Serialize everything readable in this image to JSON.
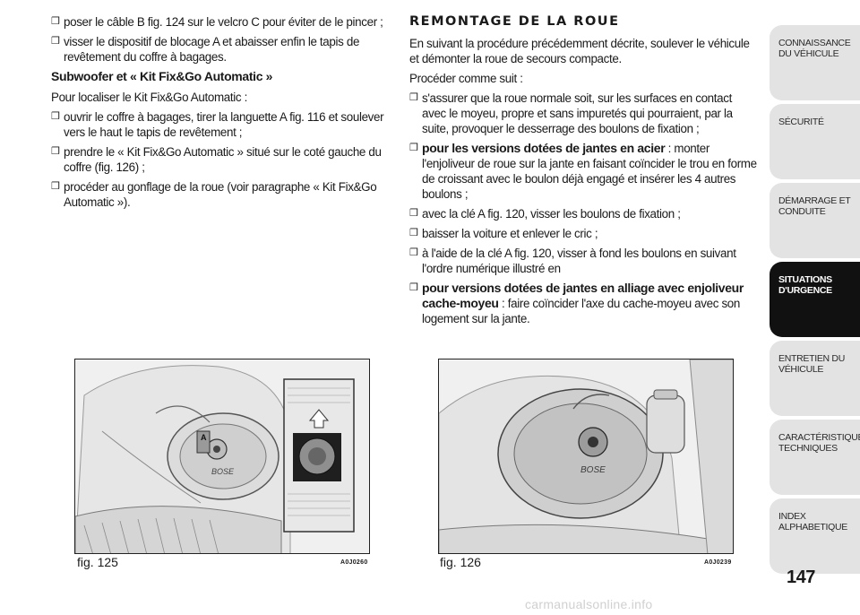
{
  "left_column": {
    "bullets_top": [
      "poser le câble B fig. 124 sur le velcro C pour éviter de le pincer ;",
      "visser le dispositif de blocage A et abaisser enfin le tapis de revêtement du coffre à bagages."
    ],
    "subheading": "Subwoofer et « Kit Fix&Go Automatic »",
    "intro": "Pour localiser le Kit Fix&Go Automatic :",
    "bullets_bottom": [
      "ouvrir le coffre à bagages, tirer la languette A fig. 116 et soulever vers le haut le tapis de revêtement ;",
      "prendre le « Kit Fix&Go Automatic » situé sur le coté gauche du coffre (fig. 126) ;",
      "procéder au gonflage de la roue (voir paragraphe « Kit Fix&Go Automatic »)."
    ]
  },
  "right_column": {
    "title": "REMONTAGE DE LA ROUE",
    "para1": "En suivant la procédure précédemment décrite, soulever le véhicule et démonter la roue de secours compacte.",
    "para2": "Procéder comme suit :",
    "b1": "s'assurer que la roue normale soit, sur les surfaces en contact avec le moyeu, propre et sans impuretés qui pourraient, par la suite, provoquer le desserrage des boulons de fixation ;",
    "b2_bold": "pour les versions dotées de jantes en acier",
    "b2_rest": " : monter l'enjoliveur de roue sur la jante en faisant coïncider le trou en forme de croissant avec le boulon déjà engagé et insérer les 4 autres boulons ;",
    "b3": "avec la clé A fig. 120, visser les boulons de fixation ;",
    "b4": "baisser la voiture et enlever le cric ;",
    "b5": "à l'aide de la clé A fig. 120, visser à fond les boulons en suivant l'ordre numérique illustré en",
    "b6_bold": "pour versions dotées de jantes en alliage avec enjoliveur cache-moyeu",
    "b6_rest": " : faire coïncider l'axe du cache-moyeu avec son logement sur la jante."
  },
  "figures": [
    {
      "caption": "fig. 125",
      "code": "A0J0260",
      "label_a": "A",
      "logo": "BOSE"
    },
    {
      "caption": "fig. 126",
      "code": "A0J0239",
      "logo": "BOSE"
    }
  ],
  "bullet_glyph": "❒",
  "tabs": [
    {
      "label": "CONNAISSANCE DU VÉHICULE"
    },
    {
      "label": "SÉCURITÉ"
    },
    {
      "label": "DÉMARRAGE ET CONDUITE"
    },
    {
      "label": "SITUATIONS D'URGENCE"
    },
    {
      "label": "ENTRETIEN DU VÉHICULE"
    },
    {
      "label": "CARACTÉRISTIQUES TECHNIQUES"
    },
    {
      "label": "INDEX ALPHABETIQUE"
    }
  ],
  "page_number": "147",
  "watermark": "carmanualsonline.info"
}
